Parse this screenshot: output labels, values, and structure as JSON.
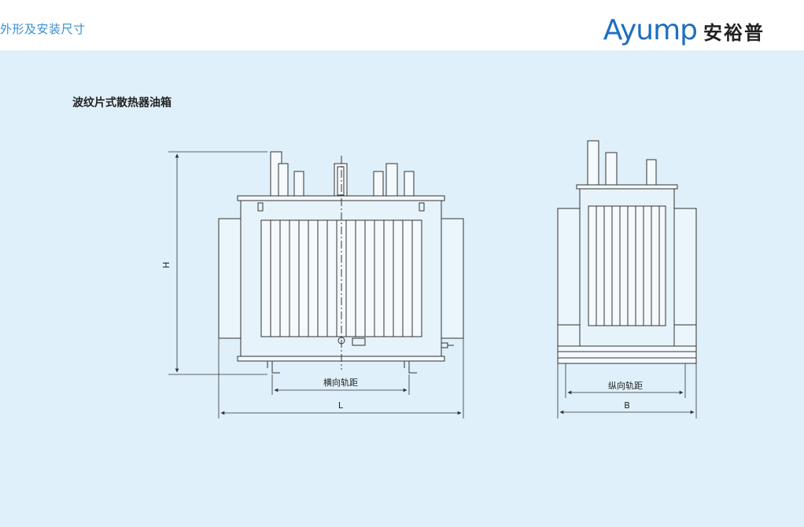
{
  "header": {
    "section_title": "外形及安装尺寸"
  },
  "logo": {
    "latin": "Ayump",
    "cn": "安裕普",
    "color": "#1f6fbf"
  },
  "panel": {
    "title": "波纹片式散热器油箱",
    "background": "#dff0fa"
  },
  "front_view": {
    "height_label": "H",
    "length_label": "L",
    "rail_label": "横向轨距"
  },
  "side_view": {
    "width_label": "B",
    "rail_label": "纵向轨距"
  }
}
